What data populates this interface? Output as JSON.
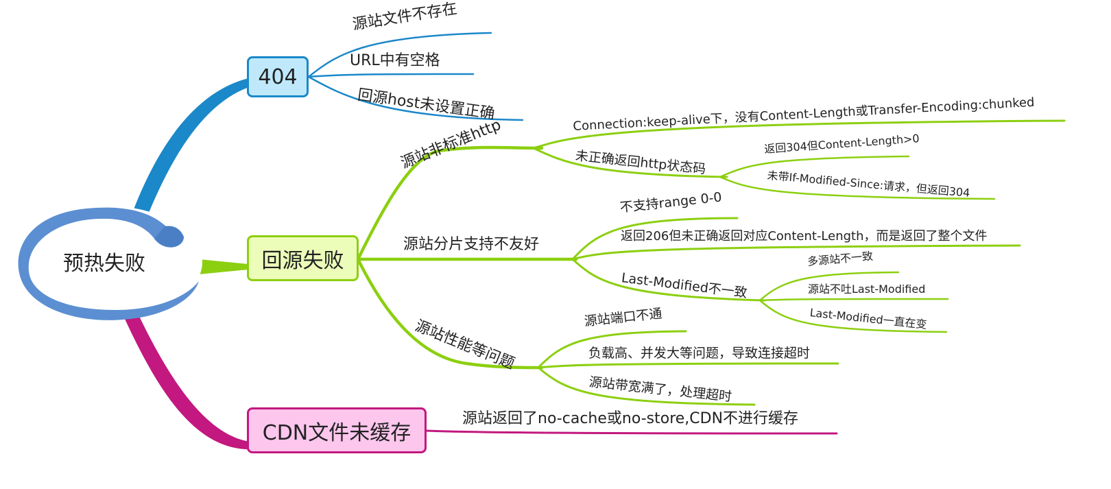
{
  "root": {
    "label": "预热失败"
  },
  "colors": {
    "blue": "#1b88c9",
    "green": "#8ccf10",
    "magenta": "#c2187f",
    "root_ring": "#5b8fd2"
  },
  "branches": {
    "b404": {
      "label": "404",
      "children": [
        "源站文件不存在",
        "URL中有空格",
        "回源host未设置正确"
      ]
    },
    "origin_fail": {
      "label": "回源失败",
      "groups": {
        "nonstd_http": {
          "label": "源站非标准http",
          "keep_alive": "Connection:keep-alive下，没有Content-Length或Transfer-Encoding:chunked",
          "bad_status": {
            "label": "未正确返回http状态码",
            "children": [
              "返回304但Content-Length>0",
              "未带If-Modified-Since:请求，但返回304"
            ]
          }
        },
        "range": {
          "label": "源站分片支持不友好",
          "no_range": "不支持range 0-0",
          "r206": "返回206但未正确返回对应Content-Length，而是返回了整个文件",
          "last_modified": {
            "label": "Last-Modified不一致",
            "children": [
              "多源站不一致",
              "源站不吐Last-Modified",
              "Last-Modified一直在变"
            ]
          }
        },
        "perf": {
          "label": "源站性能等问题",
          "children": [
            "源站端口不通",
            "负载高、并发大等问题，导致连接超时",
            "源站带宽满了，处理超时"
          ]
        }
      }
    },
    "cdn": {
      "label": "CDN文件未缓存",
      "child": "源站返回了no-cache或no-store,CDN不进行缓存"
    }
  }
}
